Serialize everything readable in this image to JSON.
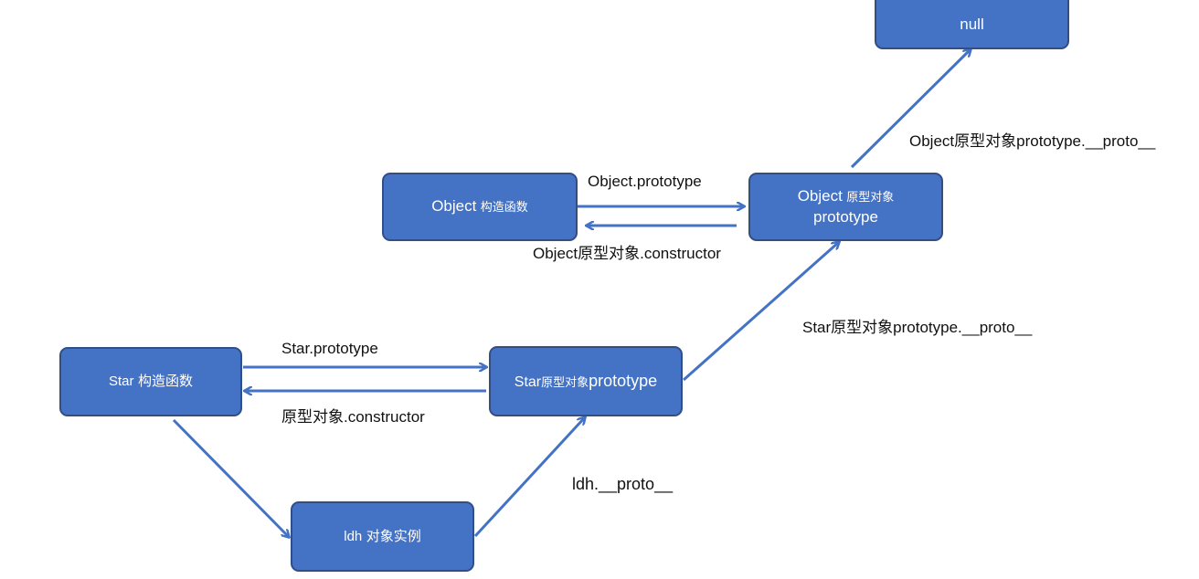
{
  "colors": {
    "node_fill": "#4472c4",
    "node_border": "#2f4f86",
    "arrow": "#4472c4",
    "text": "#111111"
  },
  "nodes": {
    "null": {
      "text": "null"
    },
    "object_ctor": {
      "main": "Object",
      "sub": "构造函数"
    },
    "object_proto": {
      "line1_main": "Object",
      "line1_sub": "原型对象",
      "line2": "prototype"
    },
    "star_ctor": {
      "main": "Star",
      "sub": "构造函数"
    },
    "star_proto": {
      "main": "Star",
      "sub": "原型对象",
      "tail": "prototype"
    },
    "ldh": {
      "main": "ldh",
      "sub": "对象实例"
    }
  },
  "edges": {
    "object_prototype": "Object.prototype",
    "object_constructor": "Object原型对象.constructor",
    "object_proto_to_null": "Object原型对象prototype.__proto__",
    "star_proto_to_object": "Star原型对象prototype.__proto__",
    "star_prototype": "Star.prototype",
    "star_constructor": "原型对象.constructor",
    "ldh_proto": "ldh.__proto__"
  }
}
